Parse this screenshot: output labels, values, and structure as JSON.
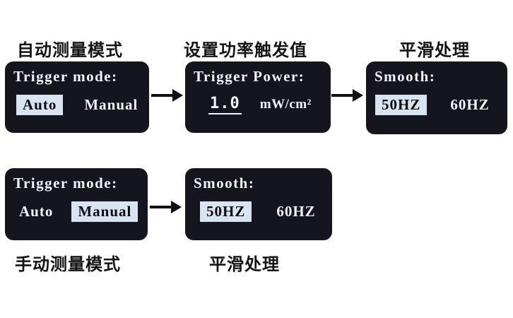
{
  "colors": {
    "page_bg": "#ffffff",
    "screen_bg": "#15151d",
    "screen_text": "#f2f5fa",
    "highlight_bg": "#d9e4f1",
    "highlight_text": "#0a0a10",
    "caption_text": "#141414",
    "arrow": "#111111"
  },
  "top_row": {
    "step1": {
      "caption": "自动测量模式",
      "screen": {
        "title": "Trigger mode:",
        "option_auto": "Auto",
        "option_manual": "Manual",
        "selected": "Auto"
      }
    },
    "step2": {
      "caption": "设置功率触发值",
      "screen": {
        "title": "Trigger Power:",
        "value": "1.0",
        "unit": "mW/cm²"
      }
    },
    "step3": {
      "caption": "平滑处理",
      "screen": {
        "title": "Smooth:",
        "option_50hz": "50HZ",
        "option_60hz": "60HZ",
        "selected": "50HZ"
      }
    }
  },
  "bottom_row": {
    "step1": {
      "caption": "手动测量模式",
      "screen": {
        "title": "Trigger mode:",
        "option_auto": "Auto",
        "option_manual": "Manual",
        "selected": "Manual"
      }
    },
    "step2": {
      "caption": "平滑处理",
      "screen": {
        "title": "Smooth:",
        "option_50hz": "50HZ",
        "option_60hz": "60HZ",
        "selected": "50HZ"
      }
    }
  }
}
